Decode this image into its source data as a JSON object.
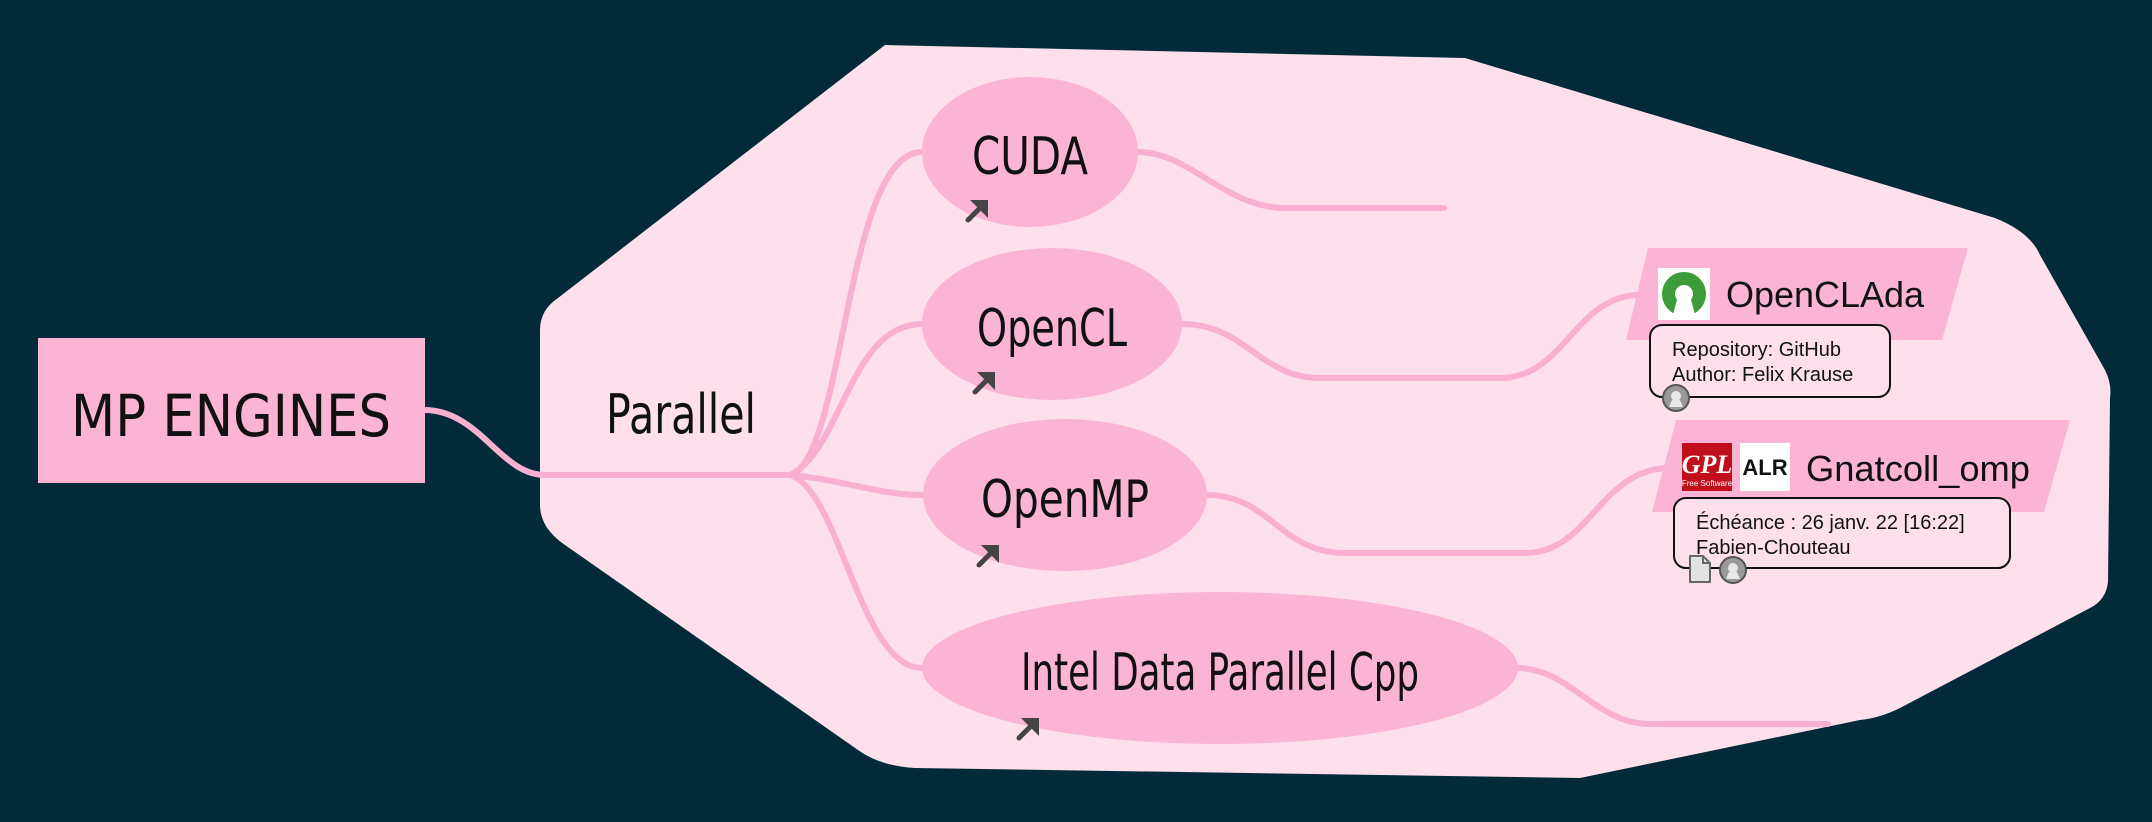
{
  "root": {
    "label": "MP ENGINES"
  },
  "group": {
    "label": "Parallel"
  },
  "topics": [
    {
      "label": "CUDA"
    },
    {
      "label": "OpenCL"
    },
    {
      "label": "OpenMP"
    },
    {
      "label": "Intel Data Parallel Cpp"
    }
  ],
  "subtopics": {
    "openclada": {
      "label": "OpenCLAda",
      "note_lines": [
        "Repository: GitHub",
        "Author: Felix Krause"
      ]
    },
    "gnatcoll": {
      "label": "Gnatcoll_omp",
      "badge_gpl": "GPL",
      "badge_gpl_sub": "Free Software",
      "badge_alr": "ALR",
      "note_lines": [
        "Échéance : 26 janv. 22 [16:22]",
        "Fabien-Chouteau"
      ]
    }
  },
  "colors": {
    "background": "#032a38",
    "boundary": "#fde0ec",
    "node": "#fbb4d4",
    "connector": "#f9b0d0",
    "text": "#111111"
  },
  "icons": {
    "topic_link": "arrow-up-right-icon",
    "open_source": "open-source-icon",
    "attachment": "document-icon",
    "web_link": "globe-icon"
  }
}
